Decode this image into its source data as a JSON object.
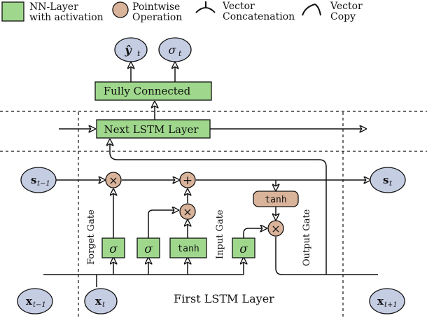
{
  "legend": {
    "nn_layer": [
      "NN-Layer",
      "with activation"
    ],
    "pointwise": [
      "Pointwise",
      "Operation"
    ],
    "concat": [
      "Vector",
      "Concatenation"
    ],
    "copy": [
      "Vector",
      "Copy"
    ]
  },
  "outputs": {
    "y": "ŷ",
    "y_sub": "t",
    "sigma": "σ",
    "sigma_sub": "t"
  },
  "layers": {
    "fully_connected": "Fully Connected",
    "next_lstm": "Next LSTM Layer",
    "first_lstm": "First LSTM Layer"
  },
  "states": {
    "s_prev": "s",
    "s_prev_sub": "t−1",
    "s_t": "s",
    "s_t_sub": "t",
    "x_prev": "x",
    "x_prev_sub": "t−1",
    "x_t": "x",
    "x_t_sub": "t",
    "x_next": "x",
    "x_next_sub": "t+1"
  },
  "gates": {
    "forget": "Forget Gate",
    "input": "Input Gate",
    "output": "Output Gate"
  },
  "ops": {
    "sigma": "σ",
    "tanh": "tanh",
    "mul": "×",
    "add": "+"
  },
  "colors": {
    "nn": "#9fd88c",
    "pointwise": "#d9b39a",
    "state": "#c5cde3"
  }
}
